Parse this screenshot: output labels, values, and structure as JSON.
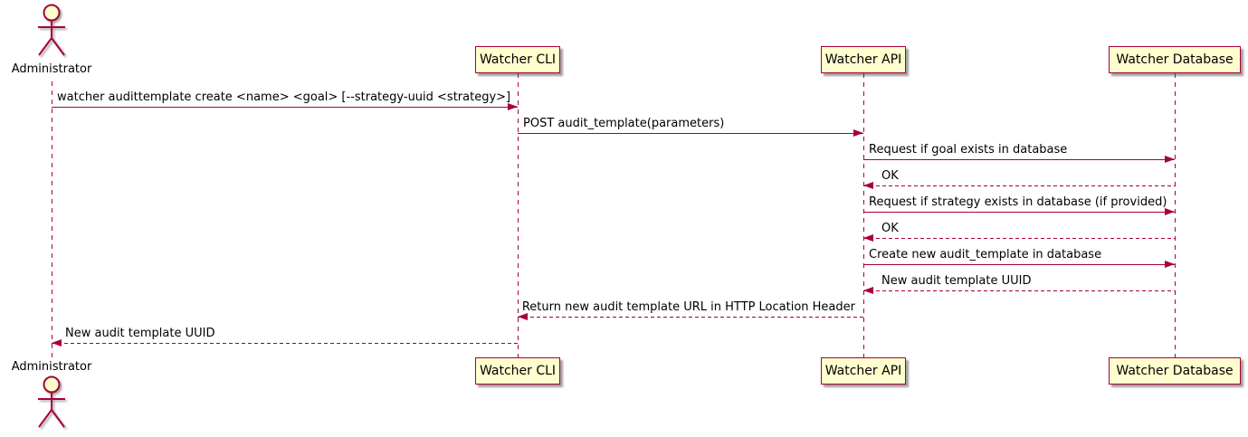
{
  "diagram": {
    "type": "sequence",
    "actor": {
      "name": "Administrator"
    },
    "participants": [
      {
        "label": "Watcher CLI"
      },
      {
        "label": "Watcher API"
      },
      {
        "label": "Watcher Database"
      }
    ],
    "colors": {
      "accent": "#A80036",
      "participant_fill": "#FEFECE",
      "text": "#000000",
      "background": "#FFFFFF"
    },
    "messages": [
      {
        "from": "Administrator",
        "to": "Watcher CLI",
        "style": "solid",
        "text": "watcher audittemplate create <name> <goal> [--strategy-uuid <strategy>]"
      },
      {
        "from": "Watcher CLI",
        "to": "Watcher API",
        "style": "solid",
        "text": "POST audit_template(parameters)"
      },
      {
        "from": "Watcher API",
        "to": "Watcher Database",
        "style": "solid",
        "text": "Request if goal exists in database"
      },
      {
        "from": "Watcher Database",
        "to": "Watcher API",
        "style": "dashed",
        "text": "OK"
      },
      {
        "from": "Watcher API",
        "to": "Watcher Database",
        "style": "solid",
        "text": "Request if strategy exists in database (if provided)"
      },
      {
        "from": "Watcher Database",
        "to": "Watcher API",
        "style": "dashed",
        "text": "OK"
      },
      {
        "from": "Watcher API",
        "to": "Watcher Database",
        "style": "solid",
        "text": "Create new audit_template in database"
      },
      {
        "from": "Watcher Database",
        "to": "Watcher API",
        "style": "dashed",
        "text": "New audit template UUID"
      },
      {
        "from": "Watcher API",
        "to": "Watcher CLI",
        "style": "dashed",
        "text": "Return new audit template URL in HTTP Location Header"
      },
      {
        "from": "Watcher CLI",
        "to": "Administrator",
        "style": "dashed",
        "text": "New audit template UUID"
      }
    ]
  }
}
